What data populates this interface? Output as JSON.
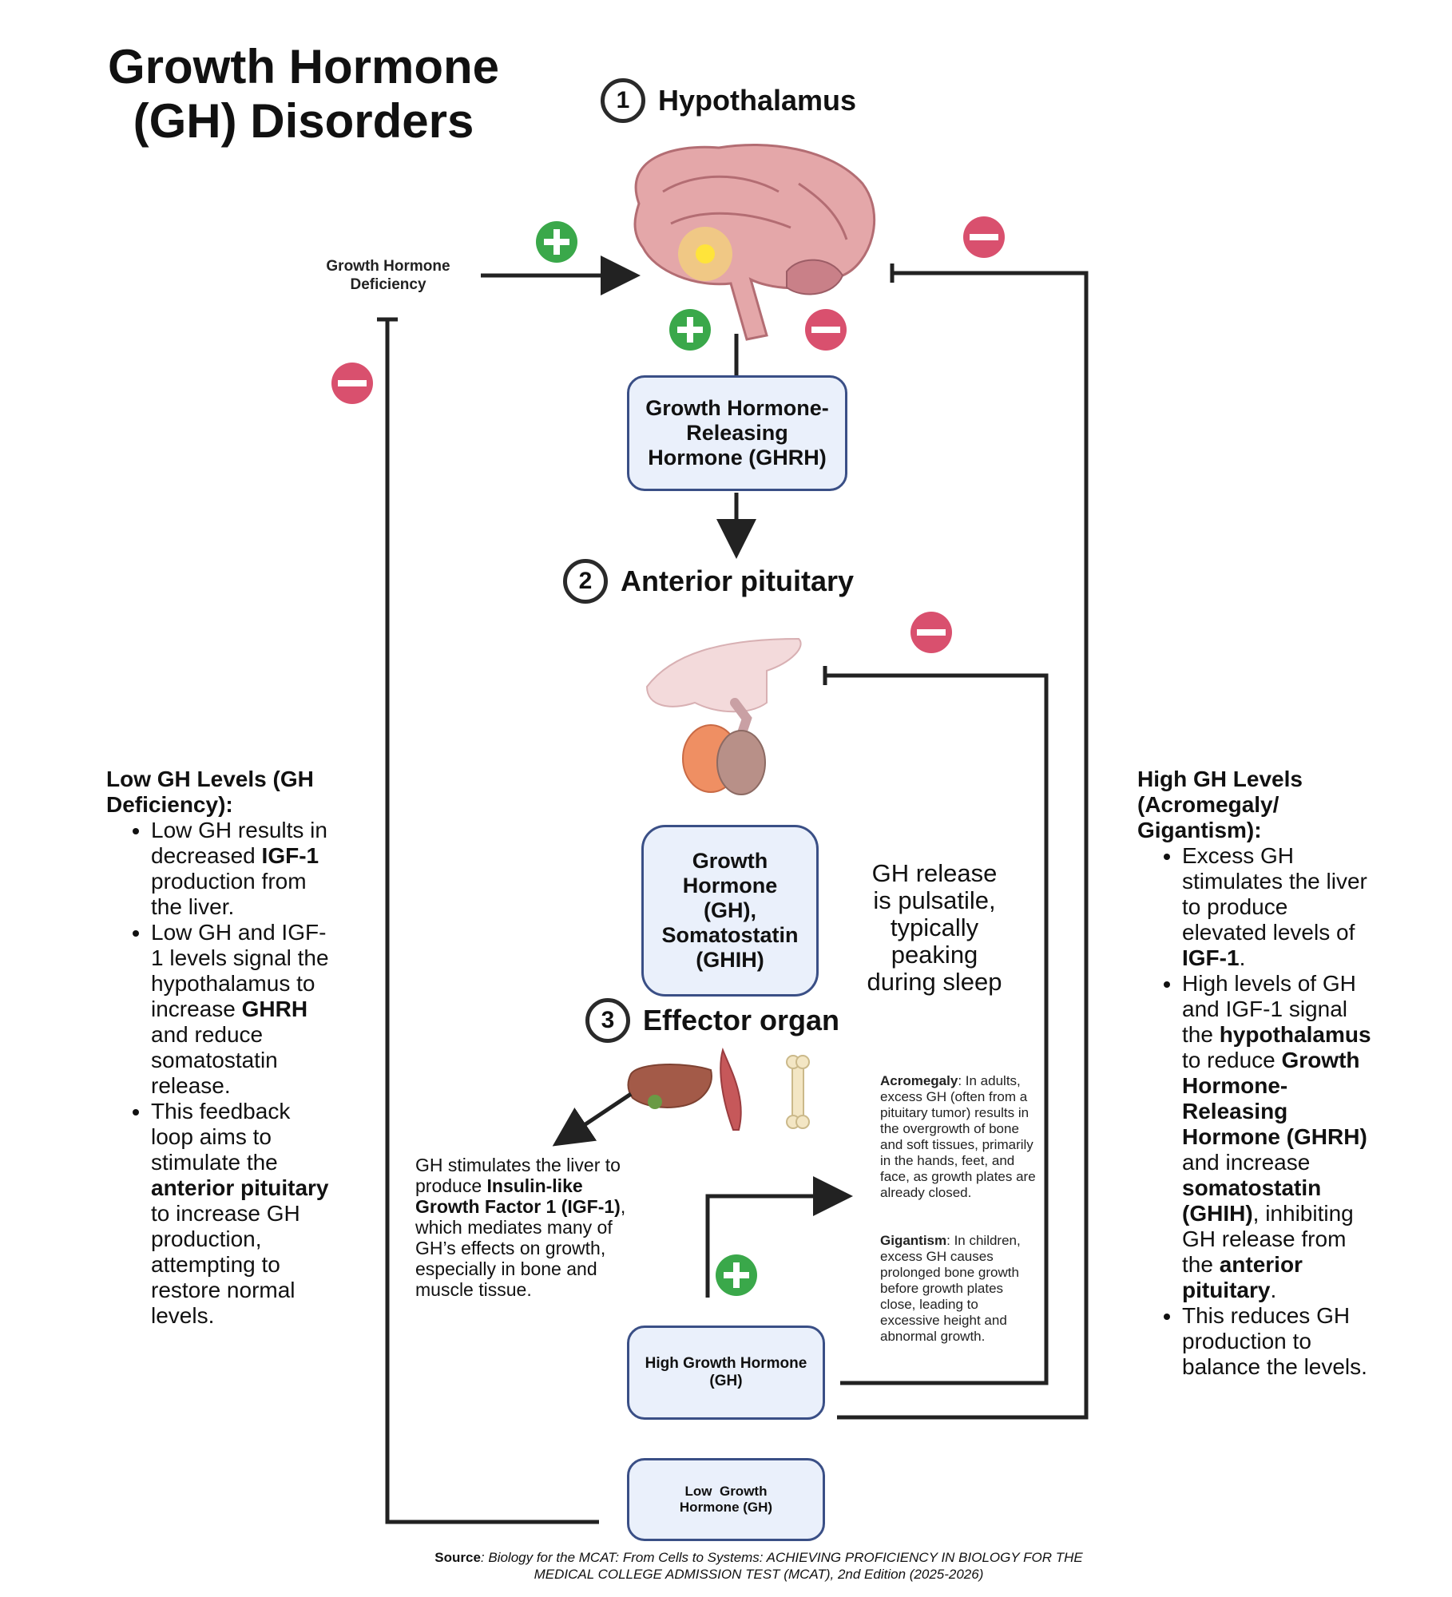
{
  "title": "Growth Hormone (GH) Disorders",
  "stages": [
    {
      "num": "1",
      "label": "Hypothalamus"
    },
    {
      "num": "2",
      "label": "Anterior pituitary"
    },
    {
      "num": "3",
      "label": "Effector organ"
    }
  ],
  "ghd_label": "Growth Hormone Deficiency",
  "boxes": {
    "ghrh": "Growth Hormone-Releasing Hormone (GHRH)",
    "gh": "Growth Hormone (GH), Somatostatin (GHIH)",
    "high_gh": "High Growth Hormone (GH)",
    "low_gh": "Low  Growth Hormone (GH)"
  },
  "pulsatile": "GH release is pulsatile, typically peaking during sleep",
  "low_panel": {
    "heading": "Low GH Levels (GH Deficiency)",
    "bullets": [
      {
        "a": "Low GH results in decreased ",
        "b": "IGF-1",
        "c": " production from the liver."
      },
      {
        "a": "Low GH and IGF-1 levels signal the hypothalamus to increase ",
        "b": "GHRH",
        "c": " and reduce somatostatin release."
      },
      {
        "a": "This feedback loop aims to stimulate the ",
        "b": "anterior pituitary",
        "c": " to increase GH production, attempting to restore normal levels."
      }
    ]
  },
  "high_panel": {
    "heading": "High GH Levels (Acromegaly/ Gigantism)",
    "b1_a": "Excess GH stimulates the liver to produce elevated levels of ",
    "b1_b": "IGF-1",
    "b1_c": ".",
    "b2_a": "High levels of GH and IGF-1 signal the ",
    "b2_b": "hypothalamus",
    "b2_c": " to reduce ",
    "b2_d": "Growth Hormone-Releasing Hormone (GHRH)",
    "b2_e": " and increase ",
    "b2_f": "somatostatin (GHIH)",
    "b2_g": ", inhibiting GH release from the ",
    "b2_h": "anterior pituitary",
    "b2_i": ".",
    "b3": "This reduces GH production to balance the levels."
  },
  "igf": {
    "a": "GH stimulates the liver to produce ",
    "b": "Insulin-like Growth Factor 1 (IGF-1)",
    "c": ", which mediates many of GH’s effects on growth, especially in bone and muscle tissue."
  },
  "acromegaly": {
    "term": "Acromegaly",
    "text": ": In adults, excess GH (often from a pituitary tumor) results in the overgrowth of bone and soft tissues, primarily in the hands, feet, and face, as growth plates are already closed."
  },
  "gigantism": {
    "term": "Gigantism",
    "text": ": In children, excess GH causes prolonged bone growth before growth plates close, leading to excessive height and abnormal growth."
  },
  "source": {
    "label": "Source",
    "text": ": Biology for the MCAT: From Cells to Systems: ACHIEVING PROFICIENCY IN BIOLOGY FOR THE MEDICAL COLLEGE ADMISSION TEST (MCAT), 2nd Edition (2025-2026)"
  },
  "colors": {
    "plus": "#3aa84a",
    "minus": "#d9506e",
    "box_fill": "#eaf0fb",
    "box_border": "#3a4f86"
  }
}
